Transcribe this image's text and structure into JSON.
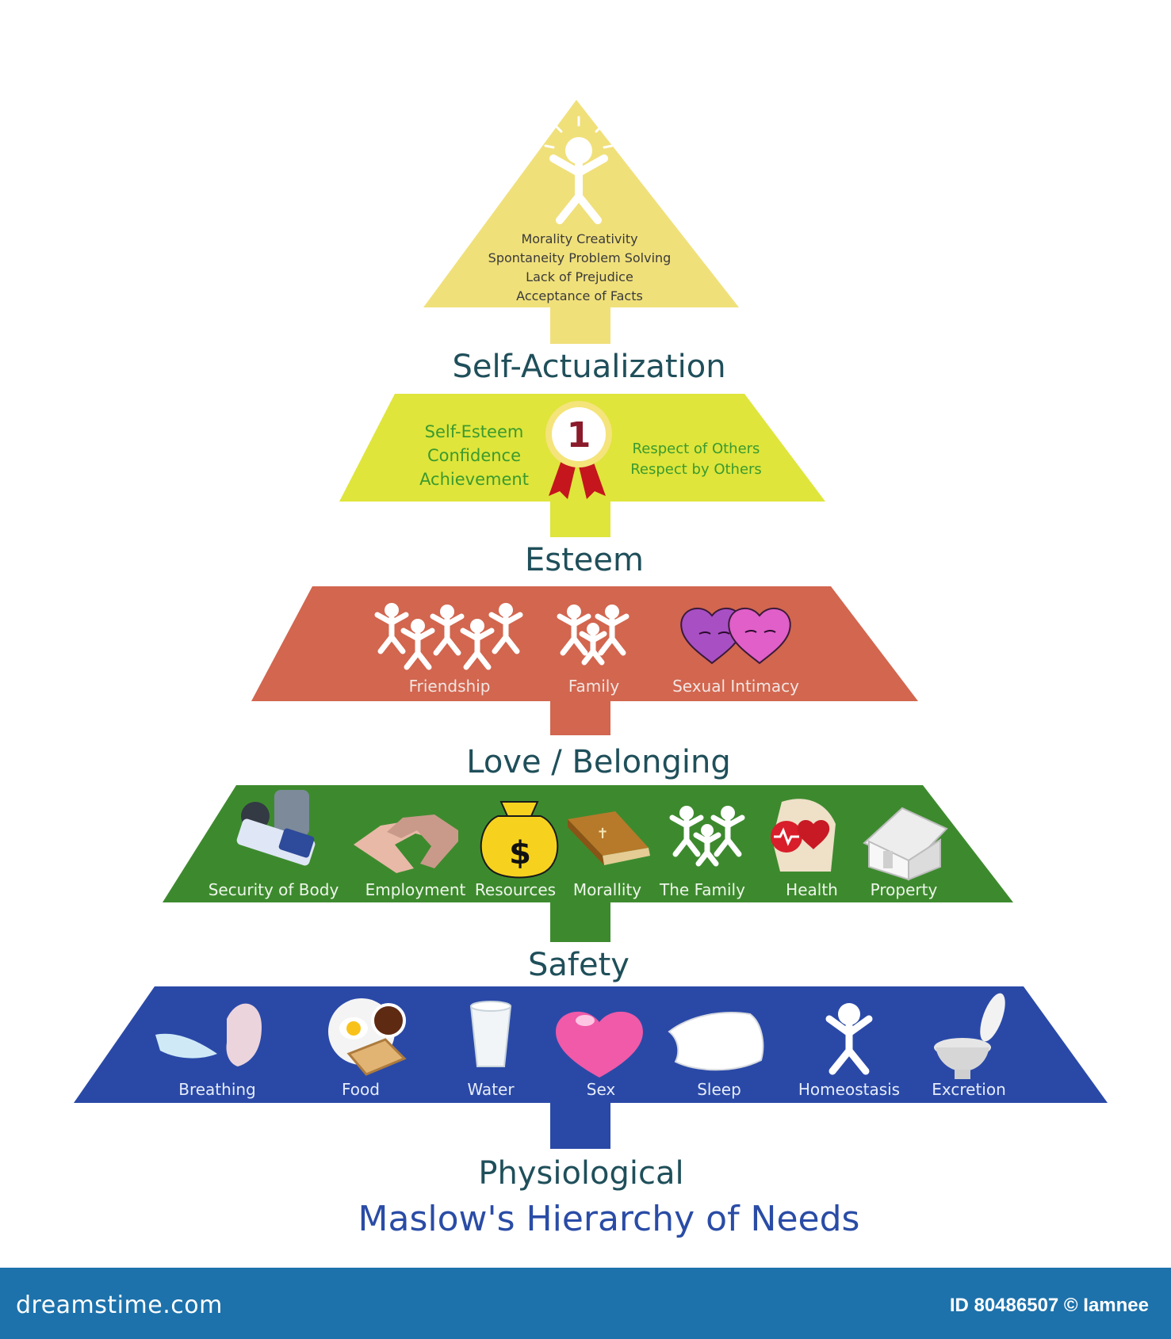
{
  "diagram": {
    "title": "Maslow's Hierarchy of Needs",
    "levels": {
      "self_actualization": {
        "name": "Self-Actualization",
        "color": "#f0e07a",
        "items": [
          "Morality  Creativity",
          "Spontaneity  Problem Solving",
          "Lack of Prejudice",
          "Acceptance of Facts"
        ]
      },
      "esteem": {
        "name": "Esteem",
        "color": "#dfe53b",
        "left_items": [
          "Self-Esteem",
          "Confidence",
          "Achievement"
        ],
        "right_items": [
          "Respect of Others",
          "Respect by Others"
        ],
        "badge_number": "1"
      },
      "love": {
        "name": "Love / Belonging",
        "color": "#d2664f",
        "items": [
          "Friendship",
          "Family",
          "Sexual Intimacy"
        ]
      },
      "safety": {
        "name": "Safety",
        "color": "#3d8a2e",
        "items": [
          "Security of Body",
          "Employment",
          "Resources",
          "Morallity",
          "The Family",
          "Health",
          "Property"
        ]
      },
      "physiological": {
        "name": "Physiological",
        "color": "#2a49a7",
        "items": [
          "Breathing",
          "Food",
          "Water",
          "Sex",
          "Sleep",
          "Homeostasis",
          "Excretion"
        ]
      }
    },
    "icons": [
      "person-glow-icon",
      "award-ribbon-icon",
      "people-group-icon",
      "family-icon",
      "hearts-icon",
      "body-armor-icon",
      "handshake-icon",
      "money-bag-icon",
      "bible-icon",
      "family-icon",
      "heart-organ-icon",
      "house-icon",
      "breath-icon",
      "breakfast-icon",
      "water-glass-icon",
      "heart-icon",
      "pillow-icon",
      "person-icon",
      "toilet-icon"
    ]
  },
  "footer": {
    "brand": "dreamstime.com",
    "image_id": "ID 80486507 © Iamnee"
  }
}
